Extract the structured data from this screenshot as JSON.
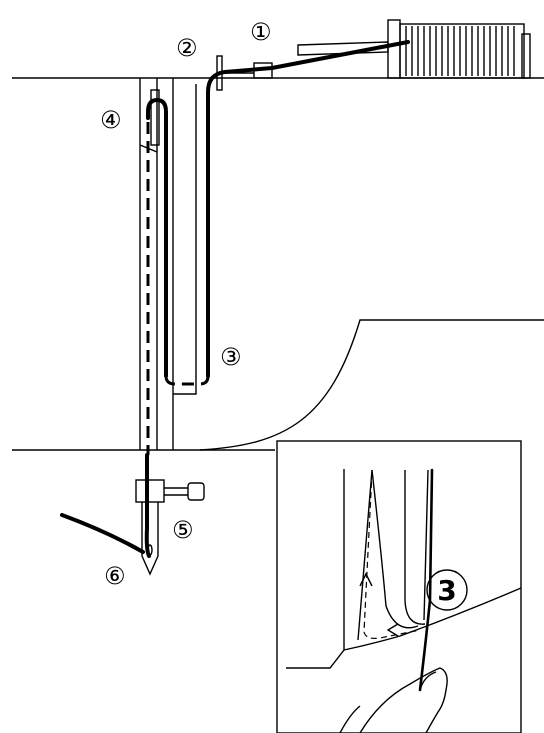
{
  "diagram": {
    "steps": [
      {
        "id": "step-1",
        "label": "①"
      },
      {
        "id": "step-2",
        "label": "②"
      },
      {
        "id": "step-3",
        "label": "③"
      },
      {
        "id": "step-4",
        "label": "④"
      },
      {
        "id": "step-5",
        "label": "⑤"
      },
      {
        "id": "step-6",
        "label": "⑥"
      }
    ],
    "inset": {
      "step_label": "3"
    },
    "colors": {
      "line": "#000000",
      "background": "#ffffff"
    }
  }
}
